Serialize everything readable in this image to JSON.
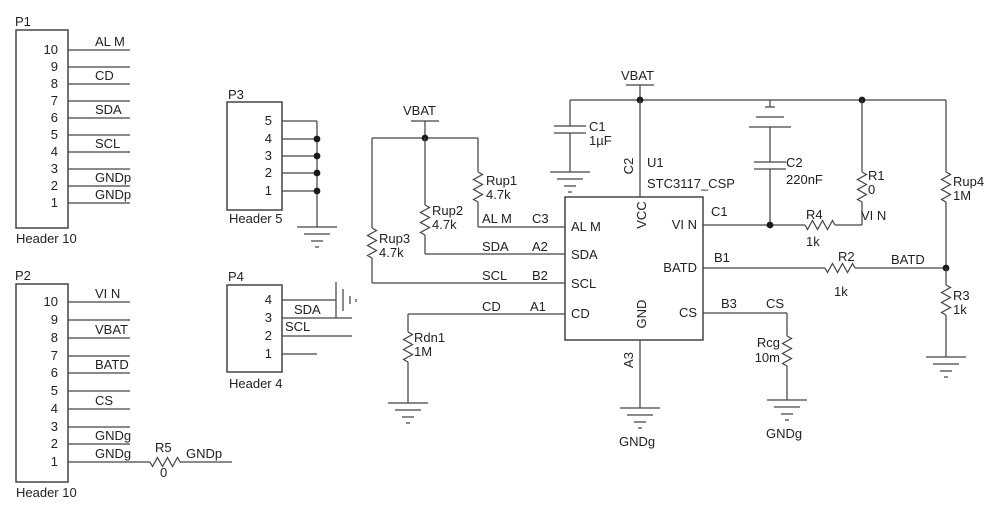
{
  "p1": {
    "ref": "P1",
    "title": "Header 10",
    "pins": [
      "10",
      "9",
      "8",
      "7",
      "6",
      "5",
      "4",
      "3",
      "2",
      "1"
    ],
    "nets": [
      "AL M",
      "CD",
      "SDA",
      "SCL",
      "GNDp",
      "GNDp"
    ]
  },
  "p2": {
    "ref": "P2",
    "title": "Header 10",
    "pins": [
      "10",
      "9",
      "8",
      "7",
      "6",
      "5",
      "4",
      "3",
      "2",
      "1"
    ],
    "nets": [
      "VI N",
      "VBAT",
      "BATD",
      "CS",
      "GNDg",
      "GNDg"
    ]
  },
  "p3": {
    "ref": "P3",
    "title": "Header 5",
    "pins": [
      "5",
      "4",
      "3",
      "2",
      "1"
    ]
  },
  "p4": {
    "ref": "P4",
    "title": "Header 4",
    "pins": [
      "4",
      "3",
      "2",
      "1"
    ],
    "nets": [
      "SDA",
      "SCL"
    ]
  },
  "u1": {
    "ref": "U1",
    "part": "STC3117_CSP",
    "left": [
      {
        "pin": "AL M",
        "des": "C3",
        "net": "AL M"
      },
      {
        "pin": "SDA",
        "des": "A2",
        "net": "SDA"
      },
      {
        "pin": "SCL",
        "des": "B2",
        "net": "SCL"
      },
      {
        "pin": "CD",
        "des": "A1",
        "net": "CD"
      }
    ],
    "right": [
      {
        "pin": "VI N",
        "des": "C1",
        "net": "VI N"
      },
      {
        "pin": "BATD",
        "des": "B1",
        "net": "BATD"
      },
      {
        "pin": "CS",
        "des": "B3",
        "net": "CS"
      }
    ],
    "top": {
      "pin": "VCC",
      "des": "C2"
    },
    "bottom": {
      "pin": "GND",
      "des": "A3"
    }
  },
  "components": {
    "c1": {
      "ref": "C1",
      "value": "1µF"
    },
    "c2": {
      "ref": "C2",
      "value": "220nF"
    },
    "rup1": {
      "ref": "Rup1",
      "value": "4.7k"
    },
    "rup2": {
      "ref": "Rup2",
      "value": "4.7k"
    },
    "rup3": {
      "ref": "Rup3",
      "value": "4.7k"
    },
    "rup4": {
      "ref": "Rup4",
      "value": "1M"
    },
    "rdn1": {
      "ref": "Rdn1",
      "value": "1M"
    },
    "r1": {
      "ref": "R1",
      "value": "0"
    },
    "r2": {
      "ref": "R2",
      "value": "1k"
    },
    "r3": {
      "ref": "R3",
      "value": "1k"
    },
    "r4": {
      "ref": "R4",
      "value": "1k"
    },
    "r5": {
      "ref": "R5",
      "value": "0"
    },
    "rcg": {
      "ref": "Rcg",
      "value": "10m"
    }
  },
  "nets": {
    "vbat": "VBAT",
    "gndg": "GNDg",
    "gndp": "GNDp"
  }
}
